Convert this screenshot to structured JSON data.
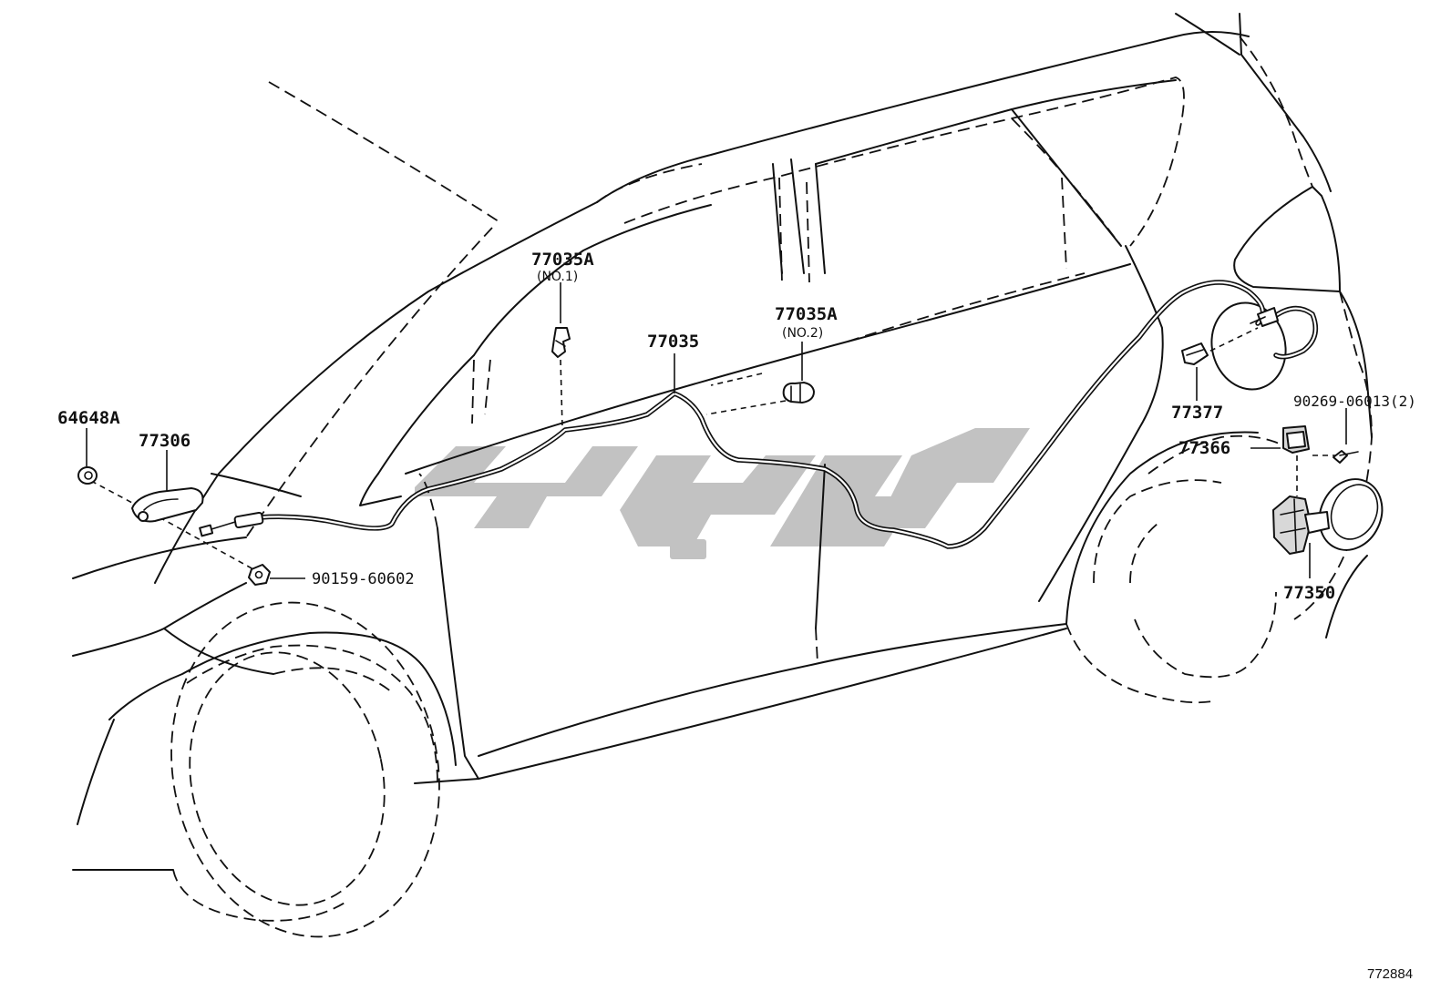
{
  "diagram": {
    "part_labels": {
      "p77035A_no1": {
        "code": "77035A",
        "note": "(NO.1)"
      },
      "p77035A_no2": {
        "code": "77035A",
        "note": "(NO.2)"
      },
      "p77035": {
        "code": "77035"
      },
      "p64648A": {
        "code": "64648A"
      },
      "p77306": {
        "code": "77306"
      },
      "p90159": {
        "code": "90159-60602"
      },
      "p77377": {
        "code": "77377"
      },
      "p77366": {
        "code": "77366"
      },
      "p90269": {
        "code": "90269-06013(2)"
      },
      "p77350": {
        "code": "77350"
      }
    },
    "illustration_number": "772884",
    "watermark": {
      "color": "#c2c2c2"
    },
    "line_color": "#111111"
  }
}
